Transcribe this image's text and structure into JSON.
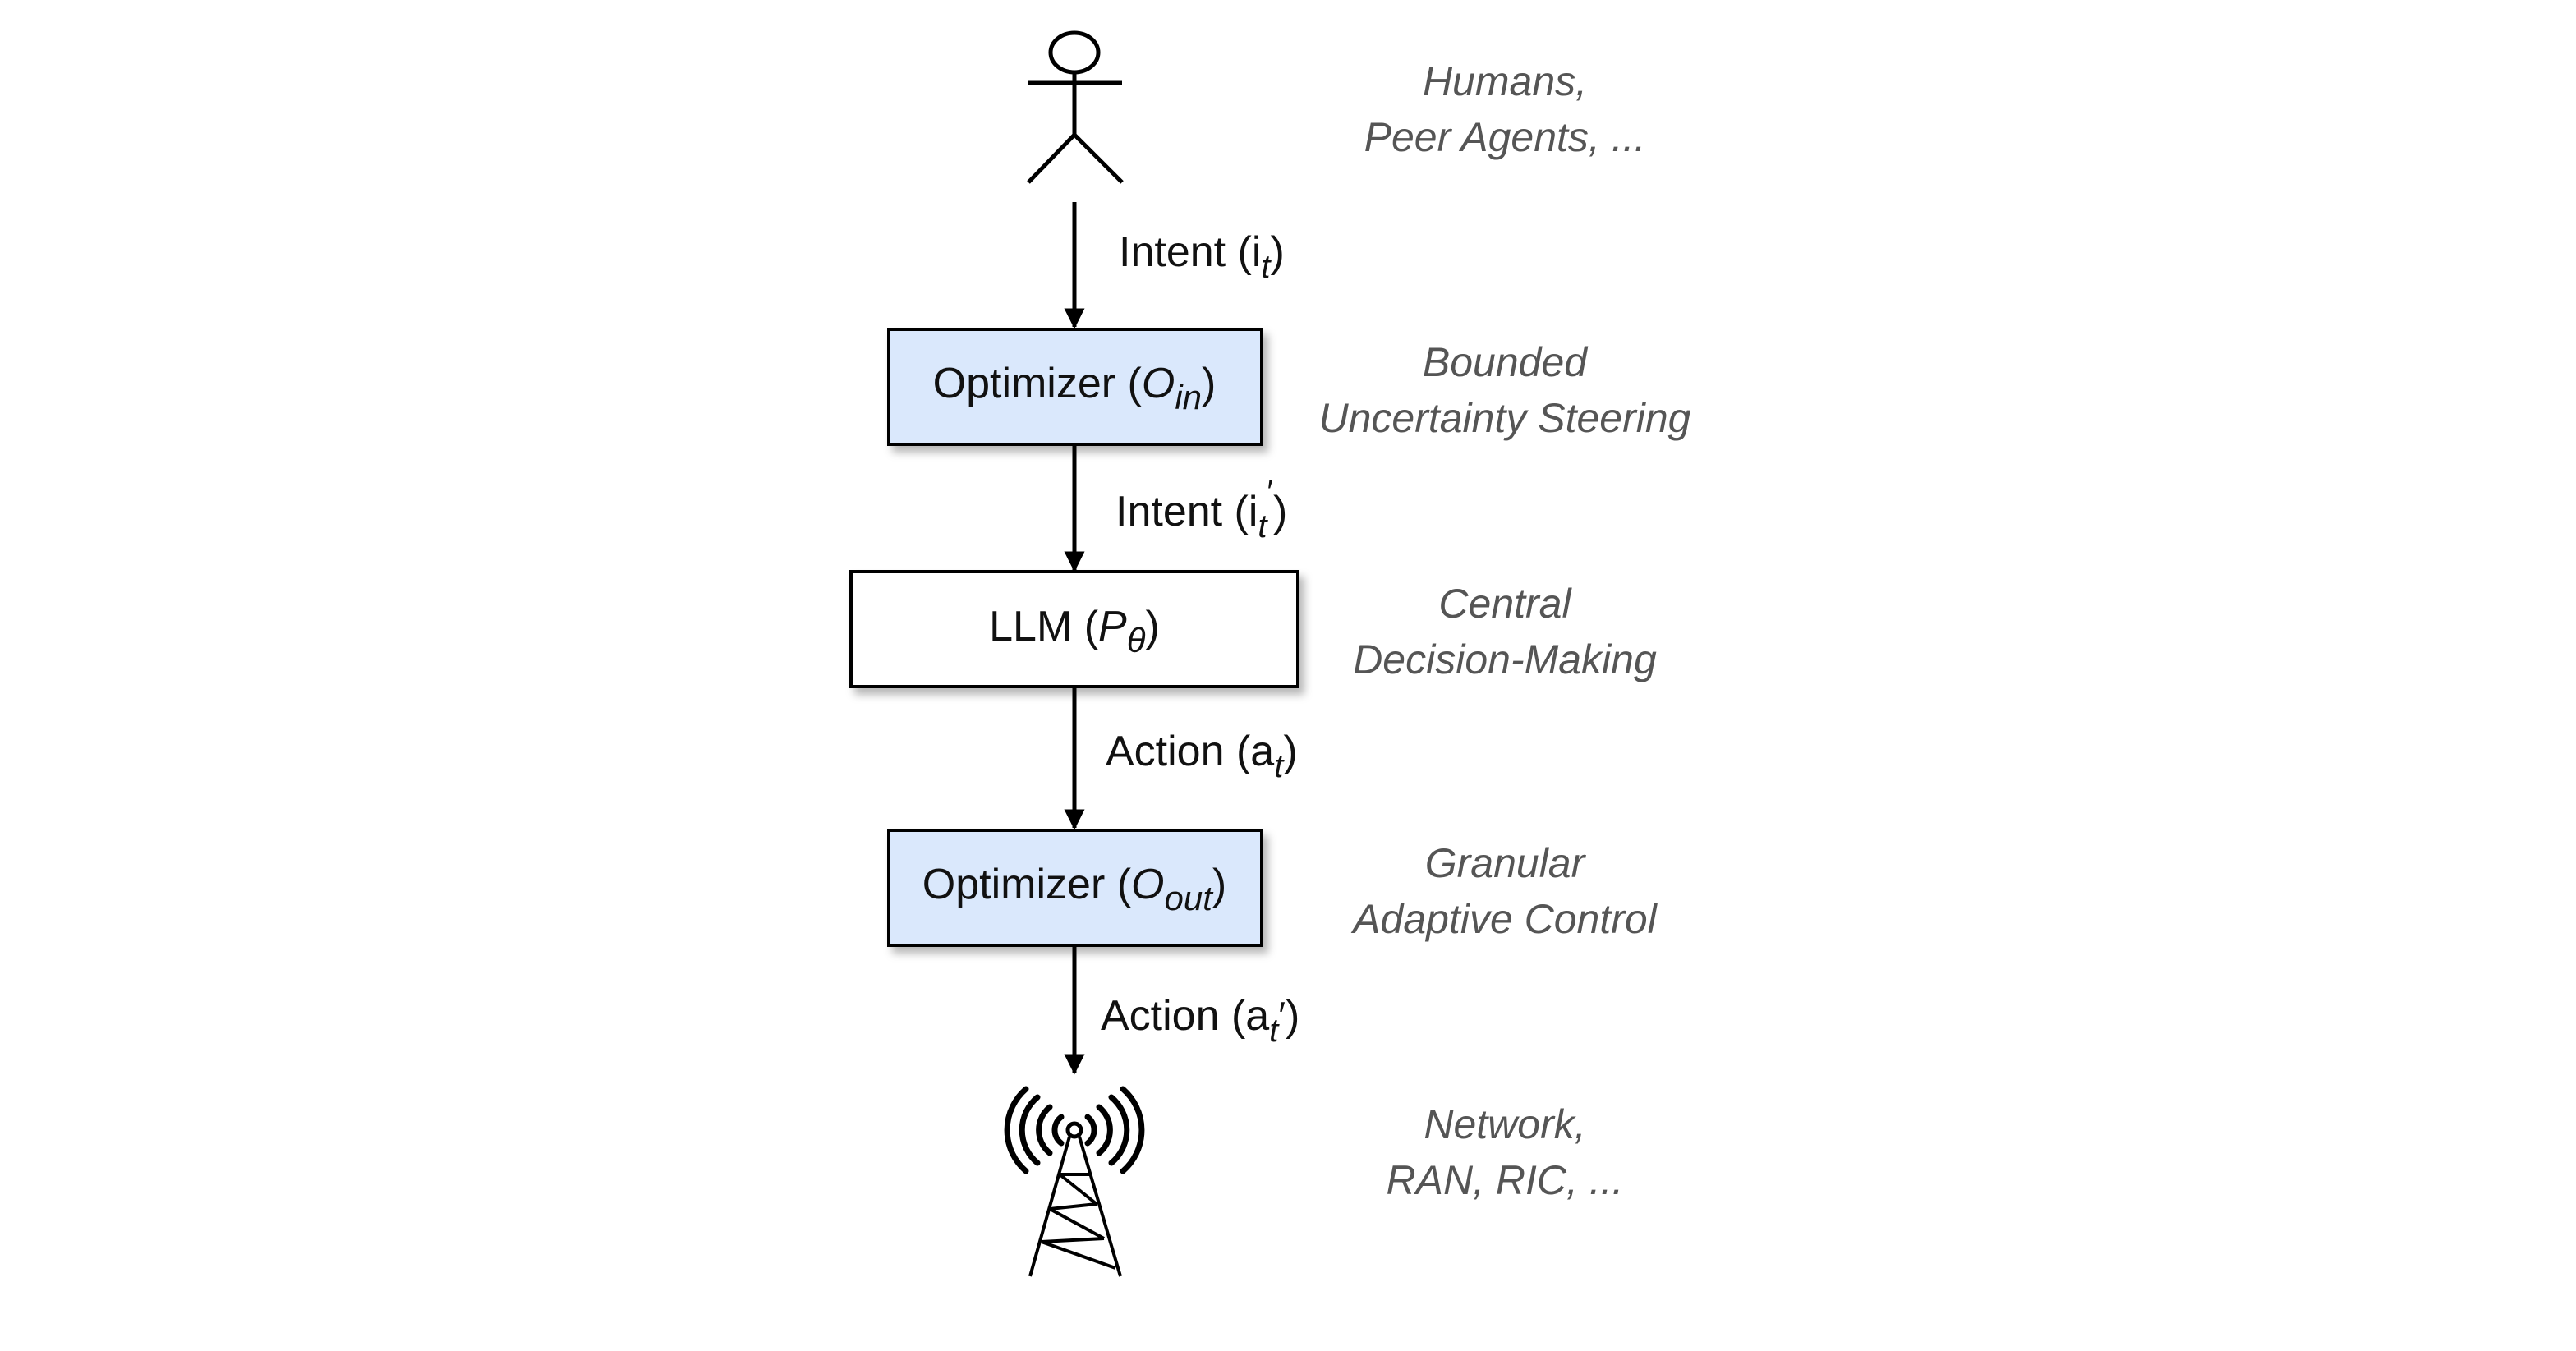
{
  "colors": {
    "optimizer_fill": "#dae8fc",
    "llm_fill": "#ffffff",
    "stroke": "#000000",
    "side_note_text": "#555555"
  },
  "nodes": {
    "source": {
      "icon": "stick-figure-icon",
      "note_line1": "Humans,",
      "note_line2": "Peer Agents, ..."
    },
    "optimizer_in": {
      "label": "Optimizer (",
      "symbol": "O",
      "subscript": "in",
      "close": ")",
      "note_line1": "Bounded",
      "note_line2": "Uncertainty Steering"
    },
    "llm": {
      "label": "LLM (",
      "symbol": "P",
      "subscript": "θ",
      "close": ")",
      "note_line1": "Central",
      "note_line2": "Decision-Making"
    },
    "optimizer_out": {
      "label": "Optimizer (",
      "symbol": "O",
      "subscript": "out",
      "close": ")",
      "note_line1": "Granular",
      "note_line2": "Adaptive Control"
    },
    "sink": {
      "icon": "radio-tower-icon",
      "note_line1": "Network,",
      "note_line2": "RAN, RIC, ..."
    }
  },
  "edges": {
    "intent": {
      "label": "Intent (i",
      "subscript": "t",
      "prime": "",
      "close": ")"
    },
    "intent_prime": {
      "label": "Intent (i",
      "subscript": "t",
      "prime": "′",
      "close": ")"
    },
    "action": {
      "label": "Action (a",
      "subscript": "t",
      "prime": "",
      "close": ")"
    },
    "action_prime": {
      "label": "Action (a",
      "subscript": "t",
      "prime": "′",
      "close": ")"
    }
  }
}
